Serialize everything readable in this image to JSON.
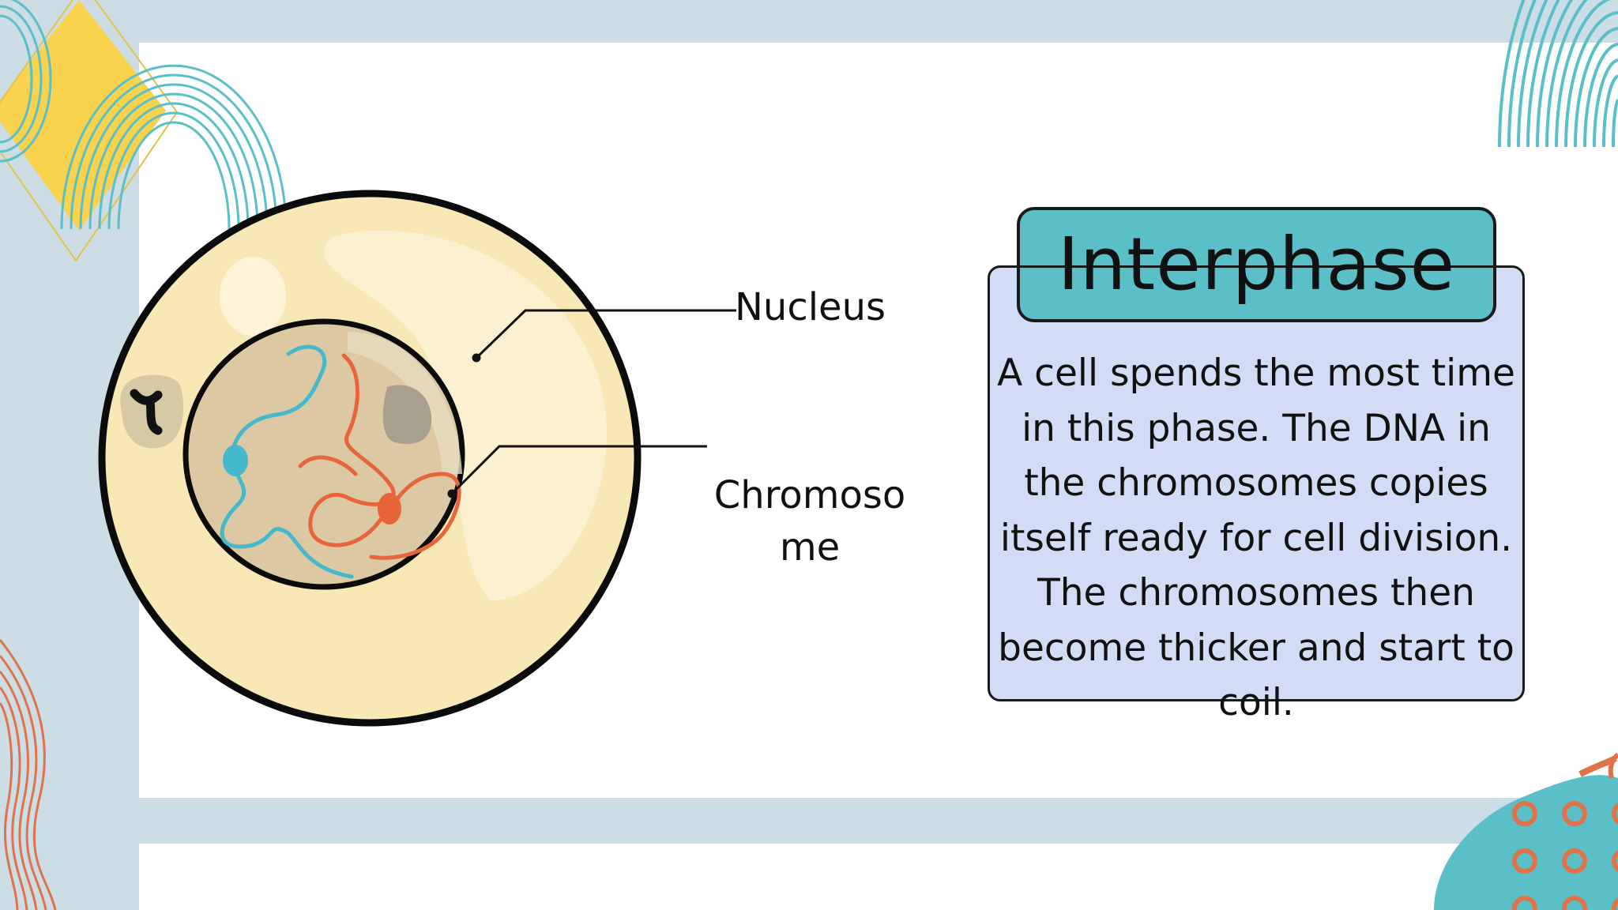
{
  "colors": {
    "frame": "#cddde6",
    "accent_yellow": "#f9d24e",
    "accent_teal": "#5bbfc8",
    "accent_orange": "#e07248",
    "card_fill": "#d2dcf5",
    "cell_cytoplasm": "#f8e8b6",
    "cell_nucleus": "#dcc9a3",
    "chromosome_blue": "#45b9cb",
    "chromosome_orange": "#e8653c"
  },
  "icons": [
    "cell-illustration",
    "arc-lines-decoration",
    "dot-pattern-decoration",
    "diamond-decoration"
  ],
  "diagram": {
    "labels": {
      "nucleus": "Nucleus",
      "chromosome": "Chromoso me"
    }
  },
  "card": {
    "title": "Interphase",
    "body": "A cell spends the most time in this phase. The DNA in the chromosomes copies itself ready for cell division. The chromosomes then become thicker and start to coil."
  }
}
